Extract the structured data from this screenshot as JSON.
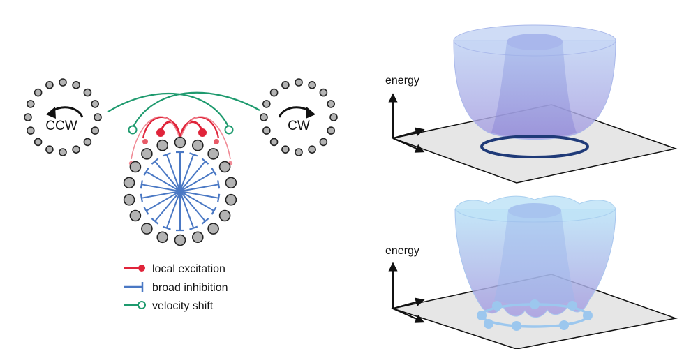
{
  "ring_labels": {
    "ccw": "CCW",
    "cw": "CW"
  },
  "legend": [
    {
      "text": "local excitation",
      "color": "#e0243a",
      "marker": "filled-circle"
    },
    {
      "text": "broad inhibition",
      "color": "#4a78c4",
      "marker": "bar-end"
    },
    {
      "text": "velocity shift",
      "color": "#1e9a6e",
      "marker": "open-circle"
    }
  ],
  "energy_label_top": "energy",
  "energy_label_bottom": "energy",
  "colors": {
    "neuron_fill": "#b3b3b3",
    "neuron_stroke": "#222222",
    "excitation": "#e0243a",
    "inhibition": "#4a78c4",
    "velocity": "#1e9a6e",
    "surface": "#a7b4ec",
    "attractor_ring": "#1f3a78",
    "discrete_attractor": "#9cc7ee",
    "plane": "#e6e6e6"
  }
}
